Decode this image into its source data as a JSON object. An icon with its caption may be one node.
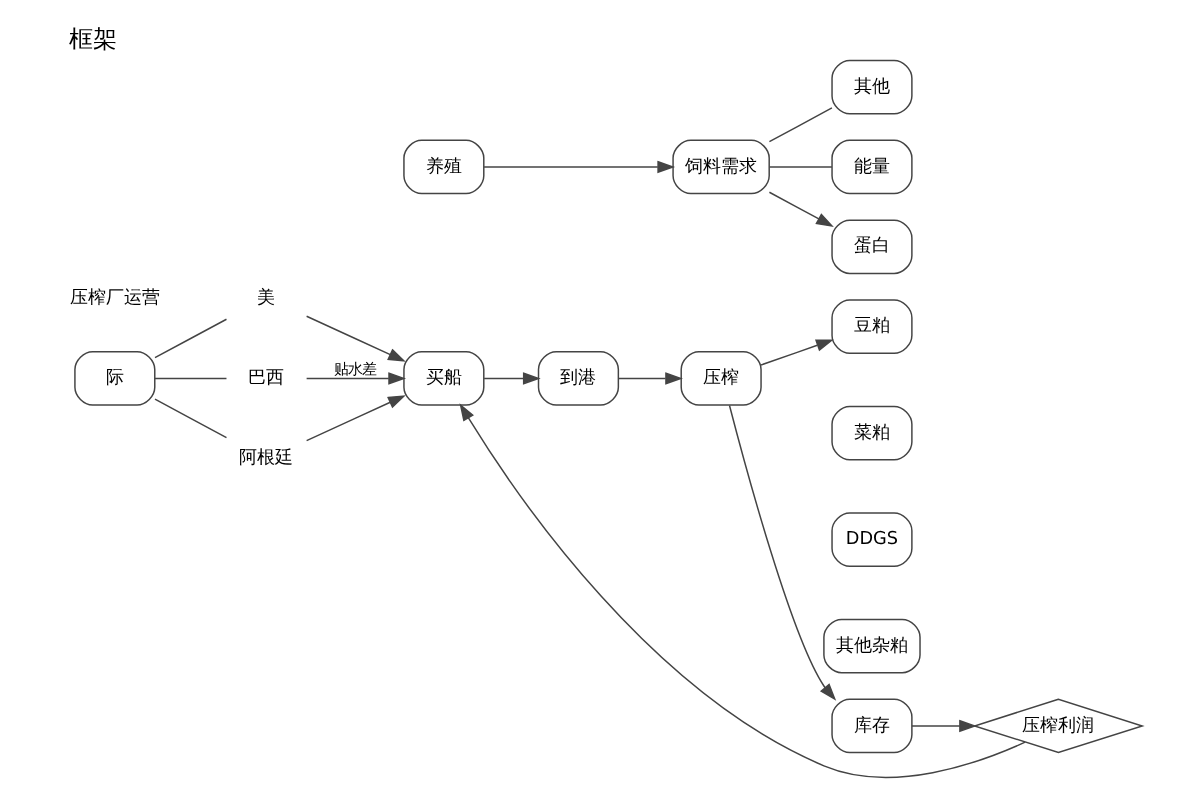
{
  "diagram": {
    "title": "框架",
    "nodes": [
      {
        "text": [
          "际"
        ]
      },
      {
        "text": [
          "美"
        ]
      },
      {
        "text": [
          "巴西"
        ]
      },
      {
        "text": [
          "阿根廷"
        ]
      },
      {
        "text": [
          "买船"
        ]
      },
      {
        "text": [
          "到港"
        ]
      },
      {
        "text": [
          "压榨"
        ]
      },
      {
        "text": [
          "养殖"
        ]
      },
      {
        "text": [
          "饲料需求"
        ]
      },
      {
        "text": [
          "其他"
        ]
      },
      {
        "text": [
          "能量"
        ]
      },
      {
        "text": [
          "蛋白"
        ]
      },
      {
        "text": [
          "豆粕"
        ]
      },
      {
        "text": [
          "菜粕"
        ]
      },
      {
        "text": [
          "DDGS"
        ]
      },
      {
        "text": [
          "其他杂粕"
        ]
      },
      {
        "text": [
          "库存"
        ]
      },
      {
        "text": [
          "压榨利润"
        ]
      }
    ],
    "edges": [
      {
        "from": 0,
        "to": 1,
        "arrow": "none"
      },
      {
        "from": 0,
        "to": 2,
        "arrow": "none"
      },
      {
        "from": 0,
        "to": 3,
        "arrow": "none"
      },
      {
        "from": 1,
        "to": 4,
        "arrow": "to"
      },
      {
        "from": 2,
        "to": 4,
        "arrow": "to",
        "label": "贴水差"
      },
      {
        "from": 3,
        "to": 4,
        "arrow": "to"
      },
      {
        "from": 4,
        "to": 5,
        "arrow": "to"
      },
      {
        "from": 5,
        "to": 6,
        "arrow": "to"
      },
      {
        "from": 7,
        "to": 8,
        "arrow": "to"
      },
      {
        "from": 8,
        "to": 9,
        "arrow": "none"
      },
      {
        "from": 8,
        "to": 10,
        "arrow": "none"
      },
      {
        "from": 8,
        "to": 11,
        "arrow": "to"
      },
      {
        "from": 6,
        "to": 12,
        "arrow": "to"
      },
      {
        "from": 6,
        "to": 16,
        "arrow": "to"
      },
      {
        "from": 16,
        "to": 17,
        "arrow": "to"
      },
      {
        "from": 17,
        "to": 4,
        "arrow": "to"
      }
    ],
    "labels": [
      "压榨厂运营"
    ]
  }
}
